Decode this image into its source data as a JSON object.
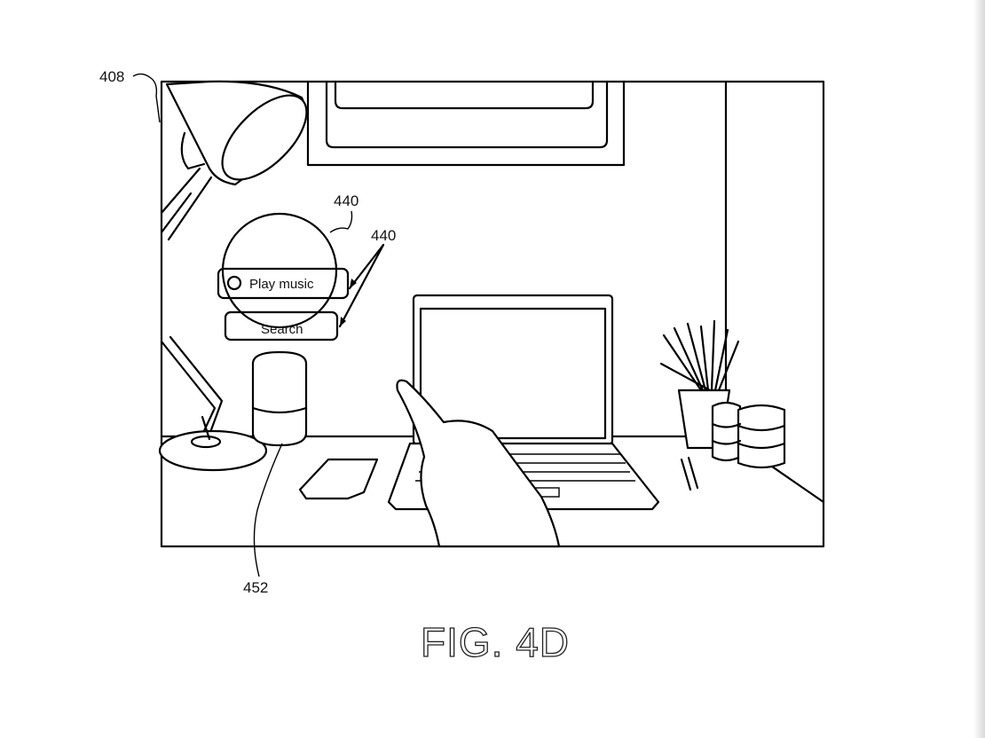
{
  "figure": {
    "caption": "FIG. 4D",
    "refs": {
      "scene": "408",
      "circle": "440",
      "buttons": "440",
      "speaker": "452"
    },
    "buttons": {
      "play_music": "Play music",
      "search": "Search"
    }
  }
}
